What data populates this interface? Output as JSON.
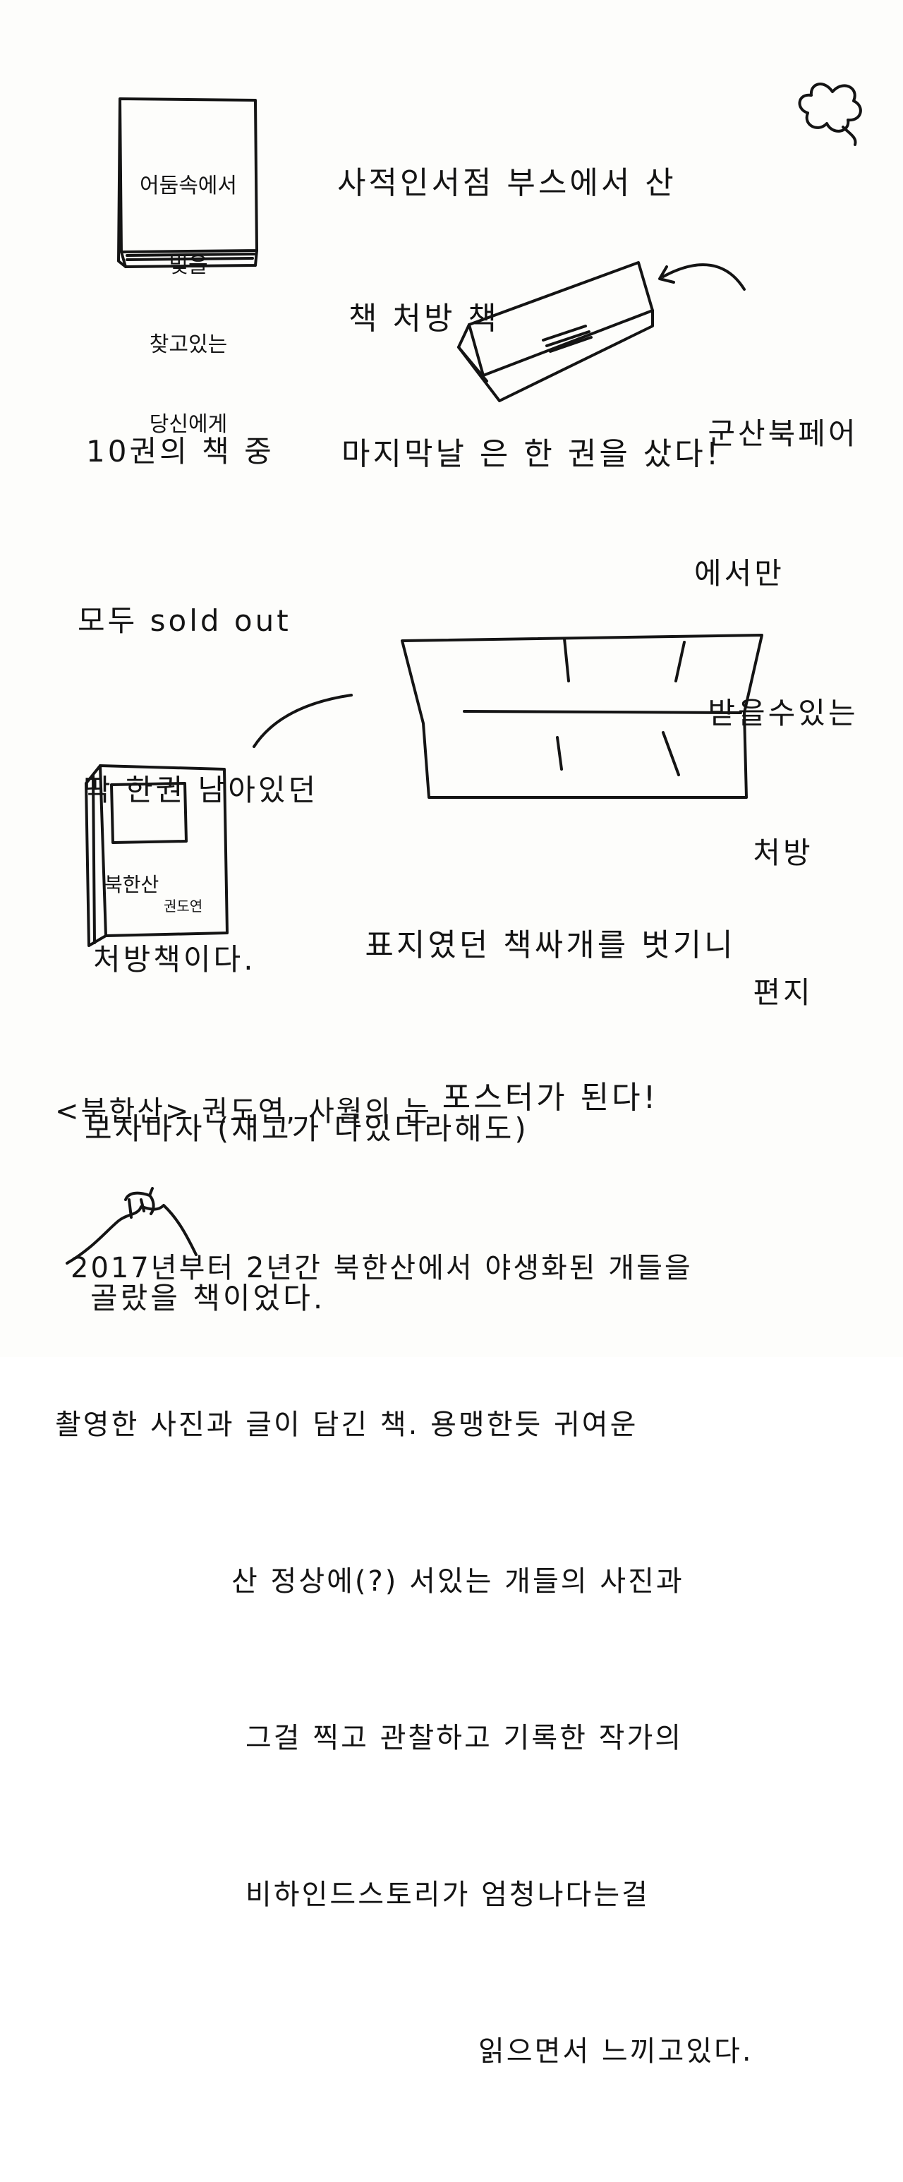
{
  "intro": {
    "lines": [
      "사적인서점 부스에서 산",
      "책 처방 책",
      "마지막날 은 한 권을 샀다!"
    ]
  },
  "book1_cover": {
    "lines": [
      "어둠속에서",
      "빛을",
      "찾고있는",
      "당신에게"
    ]
  },
  "story": {
    "lines": [
      "10권의 책 중",
      "모두 sold out",
      "딱 한권 남아있던",
      "처방책이다.",
      "보자마자 (재고가 다있더라해도)",
      "골랐을 책이었다."
    ]
  },
  "letter_note": {
    "lines": [
      "군산북페어",
      "에서만",
      "받을수있는",
      "처방",
      "편지"
    ]
  },
  "poster_note": {
    "lines": [
      "표지였던 책싸개를 벗기니",
      "포스터가 된다!"
    ]
  },
  "book2_cover": {
    "title": "북한산",
    "author": "권도연"
  },
  "review": {
    "lines": [
      "<북한산> 권도연, 사월의 눈",
      "2017년부터 2년간 북한산에서 야생화된 개들을",
      "촬영한 사진과 글이 담긴 책. 용맹한듯 귀여운",
      "산 정상에(?) 서있는 개들의 사진과",
      "그걸 찍고 관찰하고 기록한 작가의",
      "비하인드스토리가 엄청나다는걸",
      "읽으면서 느끼고있다."
    ]
  }
}
